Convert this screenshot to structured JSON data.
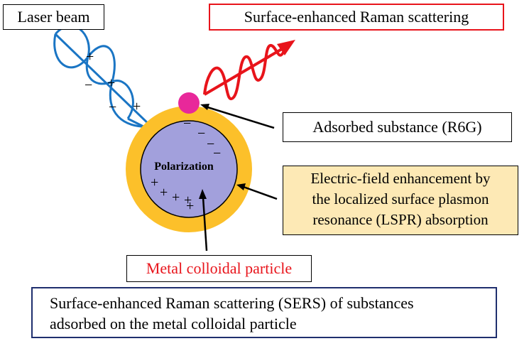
{
  "labels": {
    "laser_beam": "Laser beam",
    "sers": "Surface-enhanced Raman scattering",
    "adsorbed": "Adsorbed substance (R6G)",
    "efield_lines": [
      "Electric-field enhancement by",
      "the localized surface plasmon",
      "resonance (LSPR) absorption"
    ],
    "metal_particle": "Metal colloidal particle",
    "summary_lines": [
      "Surface-enhanced Raman scattering (SERS) of substances",
      "adsorbed on the metal colloidal particle"
    ],
    "polarization": "Polarization"
  },
  "charges": {
    "wave": [
      "+",
      "−",
      "+",
      "−",
      "+"
    ],
    "particle_negative": [
      "−",
      "−",
      "−",
      "−"
    ],
    "particle_positive": [
      "+",
      "+",
      "+",
      "+",
      "+"
    ]
  },
  "colors": {
    "laser_wave": "#1a75c4",
    "raman_wave": "#e8141b",
    "plasmon_shell": "#fcc02a",
    "particle_core": "#a2a0dc",
    "adsorbed_molecule": "#e8289a",
    "summary_border": "#1f2f6e"
  }
}
